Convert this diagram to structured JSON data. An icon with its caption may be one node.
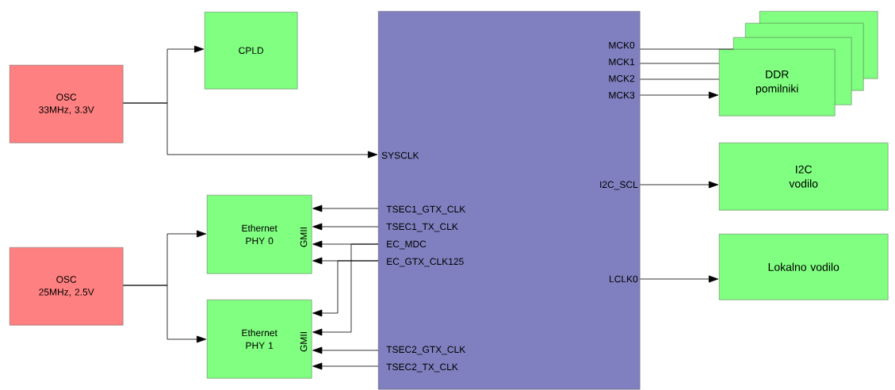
{
  "diagram": {
    "nodes": [
      {
        "text": [
          "OSC 33MHz, 3.3V"
        ]
      },
      {
        "text": [
          "CPLD"
        ]
      },
      {
        "text": [
          "OSC 25MHz, 2.5V"
        ]
      },
      {
        "text": [
          "Ethernet PHY 0",
          "GMII"
        ]
      },
      {
        "text": [
          "Ethernet PHY 1",
          "GMII"
        ]
      },
      {
        "text": [
          "MCK0",
          "MCK1",
          "MCK2",
          "MCK3",
          "SYSCLK",
          "TSEC1_GTX_CLK",
          "TSEC1_TX_CLK",
          "EC_MDC",
          "EC_GTX_CLK125",
          "I2C_SCL",
          "LCLK0",
          "TSEC2_GTX_CLK",
          "TSEC2_TX_CLK"
        ]
      },
      {
        "text": [
          "DDR pomilniki"
        ]
      },
      {
        "text": [],
        "shape": "box"
      },
      {
        "text": [],
        "shape": "box"
      },
      {
        "text": [],
        "shape": "box"
      },
      {
        "text": [
          "I2C vodilo"
        ]
      },
      {
        "text": [
          "Lokalno vodilo"
        ]
      }
    ],
    "edges": [
      {
        "from": 0,
        "to": 1,
        "arrow": "to"
      },
      {
        "from": 0,
        "to": 5,
        "arrow": "to"
      },
      {
        "from": 2,
        "to": 3,
        "arrow": "to"
      },
      {
        "from": 2,
        "to": 4,
        "arrow": "to"
      },
      {
        "from": 5,
        "to": 7,
        "arrow": "none"
      },
      {
        "from": 5,
        "to": 6,
        "arrow": "none"
      },
      {
        "from": 5,
        "to": 6,
        "arrow": "none"
      },
      {
        "from": 5,
        "to": 6,
        "arrow": "to"
      },
      {
        "from": 5,
        "to": 3,
        "arrow": "to"
      },
      {
        "from": 5,
        "to": 3,
        "arrow": "to"
      },
      {
        "from": 5,
        "to": 3,
        "arrow": "to"
      },
      {
        "from": 5,
        "to": 4,
        "arrow": "to"
      },
      {
        "from": 5,
        "to": 3,
        "arrow": "to"
      },
      {
        "from": 5,
        "to": 4,
        "arrow": "to"
      },
      {
        "from": 5,
        "to": 4,
        "arrow": "to"
      },
      {
        "from": 5,
        "to": 4,
        "arrow": "to"
      },
      {
        "from": 5,
        "to": 10,
        "arrow": "to"
      },
      {
        "from": 5,
        "to": 11,
        "arrow": "to"
      }
    ]
  }
}
